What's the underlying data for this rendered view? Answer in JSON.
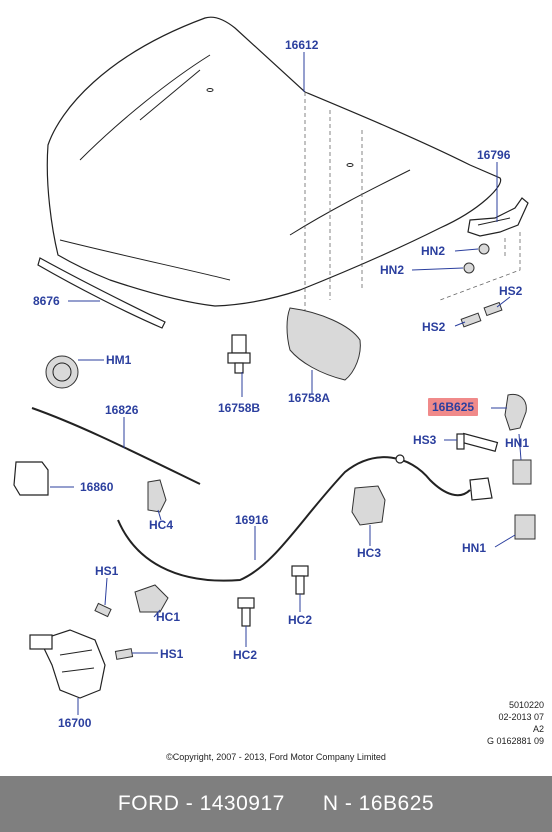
{
  "labels": {
    "c16612": "16612",
    "c16796": "16796",
    "hn2a": "HN2",
    "hn2b": "HN2",
    "hs2a": "HS2",
    "hs2b": "HS2",
    "c8676": "8676",
    "hm1": "HM1",
    "c16758b": "16758B",
    "c16758a": "16758A",
    "c16826": "16826",
    "c16b625": "16B625",
    "hs3": "HS3",
    "hn1a": "HN1",
    "c16860": "16860",
    "hc4": "HC4",
    "c16916": "16916",
    "hc3": "HC3",
    "hn1b": "HN1",
    "hs1a": "HS1",
    "hc1": "HC1",
    "hc2a": "HC2",
    "hc2b": "HC2",
    "hs1b": "HS1",
    "c16700": "16700"
  },
  "meta": {
    "line1": "5010220",
    "line2": "02-2013 07",
    "line3": "A2",
    "line4": "G 0162881 09"
  },
  "copyright": "©Copyright, 2007 - 2013, Ford Motor Company Limited",
  "footer": {
    "text": "FORD - 1430917      N - 16B625"
  },
  "colors": {
    "label": "#2b3f9e",
    "highlight": "#f08a8a",
    "footer_bg": "#7f7f7f"
  }
}
